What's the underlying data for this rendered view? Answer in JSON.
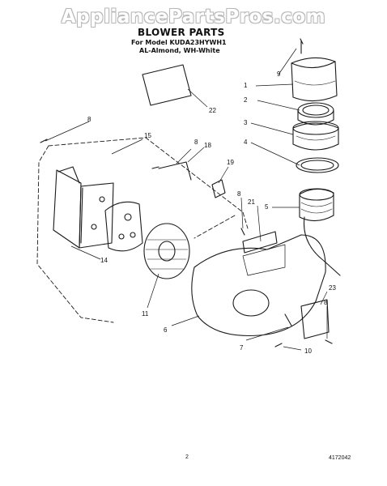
{
  "watermark": "AppliancePartsPros.com",
  "title": "BLOWER PARTS",
  "subtitle_lines": [
    "For Model KUDA23HYWH1",
    "AL-Almond, WH-White"
  ],
  "callouts": [
    {
      "id": "c9",
      "label": "9"
    },
    {
      "id": "c1",
      "label": "1"
    },
    {
      "id": "c2",
      "label": "2"
    },
    {
      "id": "c22",
      "label": "22"
    },
    {
      "id": "c3",
      "label": "3"
    },
    {
      "id": "c4",
      "label": "4"
    },
    {
      "id": "c8a",
      "label": "8"
    },
    {
      "id": "c15",
      "label": "15"
    },
    {
      "id": "c8b",
      "label": "8"
    },
    {
      "id": "c18",
      "label": "18"
    },
    {
      "id": "c19",
      "label": "19"
    },
    {
      "id": "c8c",
      "label": "8"
    },
    {
      "id": "c21",
      "label": "21"
    },
    {
      "id": "c5",
      "label": "5"
    },
    {
      "id": "c14",
      "label": "14"
    },
    {
      "id": "c23",
      "label": "23"
    },
    {
      "id": "c8d",
      "label": "8"
    },
    {
      "id": "c11",
      "label": "11"
    },
    {
      "id": "c6",
      "label": "6"
    },
    {
      "id": "c7",
      "label": "7"
    },
    {
      "id": "c10",
      "label": "10"
    }
  ],
  "footer": {
    "page": "2",
    "doc_number": "4172042"
  }
}
